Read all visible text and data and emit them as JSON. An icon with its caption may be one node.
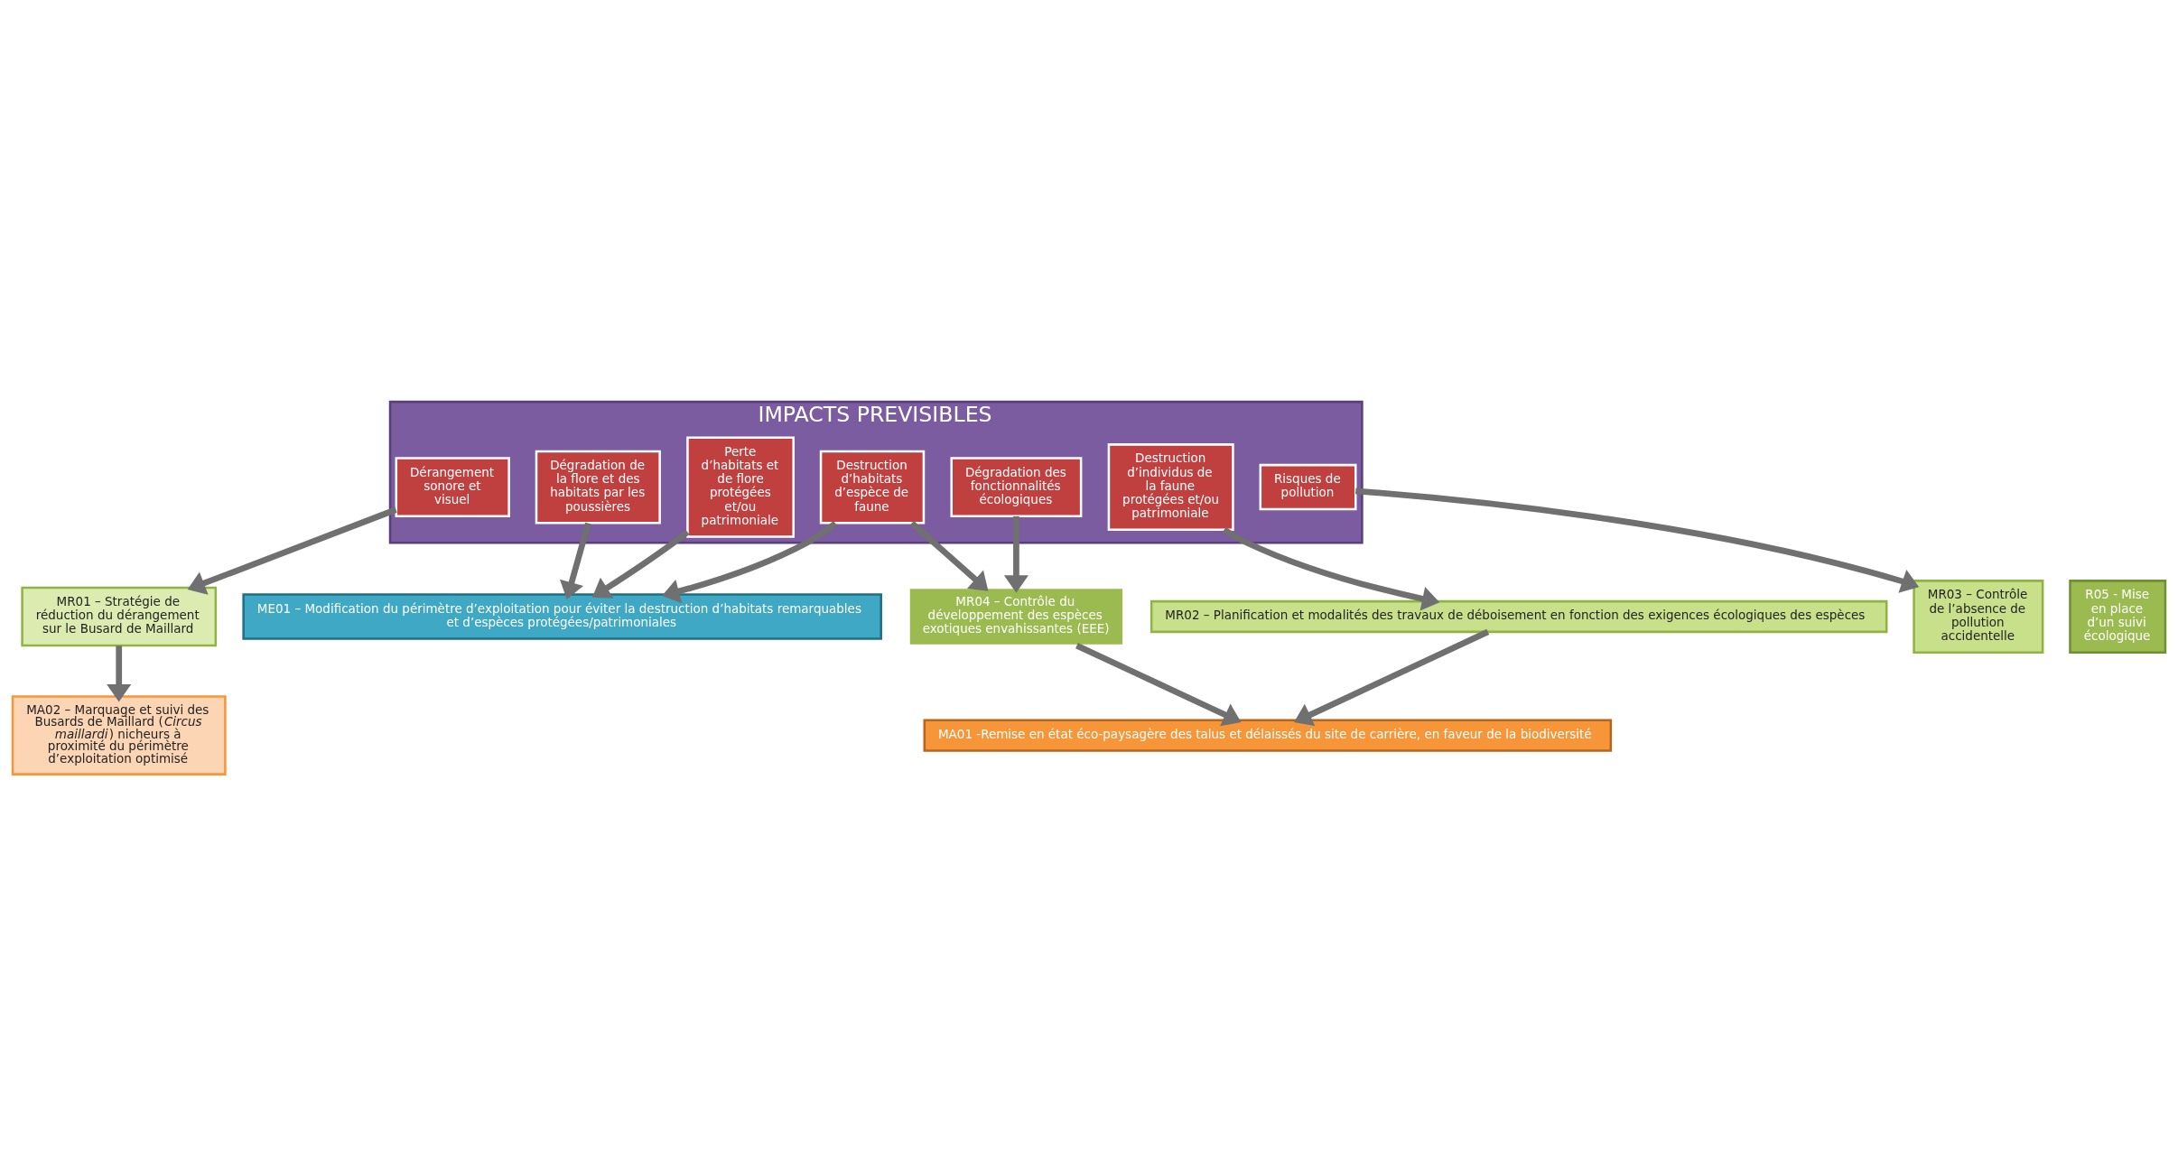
{
  "diagram": {
    "nodes": [
      {
        "text": [
          "IMPACTS PREVISIBLES"
        ]
      },
      {
        "text": [
          "Dérangement sonore et visuel"
        ],
        "in": 0
      },
      {
        "text": [
          "Perte d’habitats et de flore protégées et/ou patrimoniale"
        ],
        "in": 0
      },
      {
        "text": [
          "Destruction d’individus de la faune protégées et/ou patrimoniale"
        ],
        "in": 0
      },
      {
        "text": [
          "Destruction d’habitats d’espèce de faune"
        ],
        "in": 0
      },
      {
        "text": [
          "Dégradation de la flore et des habitats par les poussières"
        ],
        "in": 0
      },
      {
        "text": [
          "Dégradation des fonctionnalités écologiques"
        ],
        "in": 0
      },
      {
        "text": [
          "Risques de pollution"
        ],
        "in": 0
      },
      {
        "text": [
          "ME01 – Modification du périmètre d’exploitation pour éviter la destruction d’habitats remarquables et d’espèces protégées/patrimoniales"
        ]
      },
      {
        "text": [
          "MR02 – Planification et modalités des travaux de déboisement en fonction des exigences écologiques des espèces"
        ]
      },
      {
        "text": [
          "MR03 – Contrôle de l’absence de pollution accidentelle"
        ]
      },
      {
        "text": [
          "MR04 – Contrôle du développement des espèces exotiques envahissantes (EEE)"
        ]
      },
      {
        "text": [
          "MR01 – Stratégie de réduction du dérangement sur le Busard de Maillard"
        ]
      },
      {
        "text": [
          "MA02 – Marquage et suivi des Busards de Maillard (*Circus maillardi*) nicheurs à proximité du périmètre d’exploitation optimisé"
        ]
      },
      {
        "text": [
          "MA01 -Remise en état éco-paysagère des talus et délaissés du site de carrière, en faveur de la biodiversité"
        ]
      },
      {
        "text": [
          "R05 - Mise en place d’un suivi écologique"
        ]
      }
    ],
    "edges": [
      {
        "from": 1,
        "to": 12,
        "arrow": "to"
      },
      {
        "from": 12,
        "to": 13,
        "arrow": "to"
      },
      {
        "from": 2,
        "to": 8,
        "arrow": "to"
      },
      {
        "from": 3,
        "to": 9,
        "arrow": "to"
      },
      {
        "from": 4,
        "to": 8,
        "arrow": "to"
      },
      {
        "from": 4,
        "to": 11,
        "arrow": "to"
      },
      {
        "from": 5,
        "to": 8,
        "arrow": "to"
      },
      {
        "from": 6,
        "to": 11,
        "arrow": "to"
      },
      {
        "from": 7,
        "to": 10,
        "arrow": "to"
      },
      {
        "from": 9,
        "to": 14,
        "arrow": "to"
      },
      {
        "from": 11,
        "to": 14,
        "arrow": "to"
      }
    ]
  }
}
